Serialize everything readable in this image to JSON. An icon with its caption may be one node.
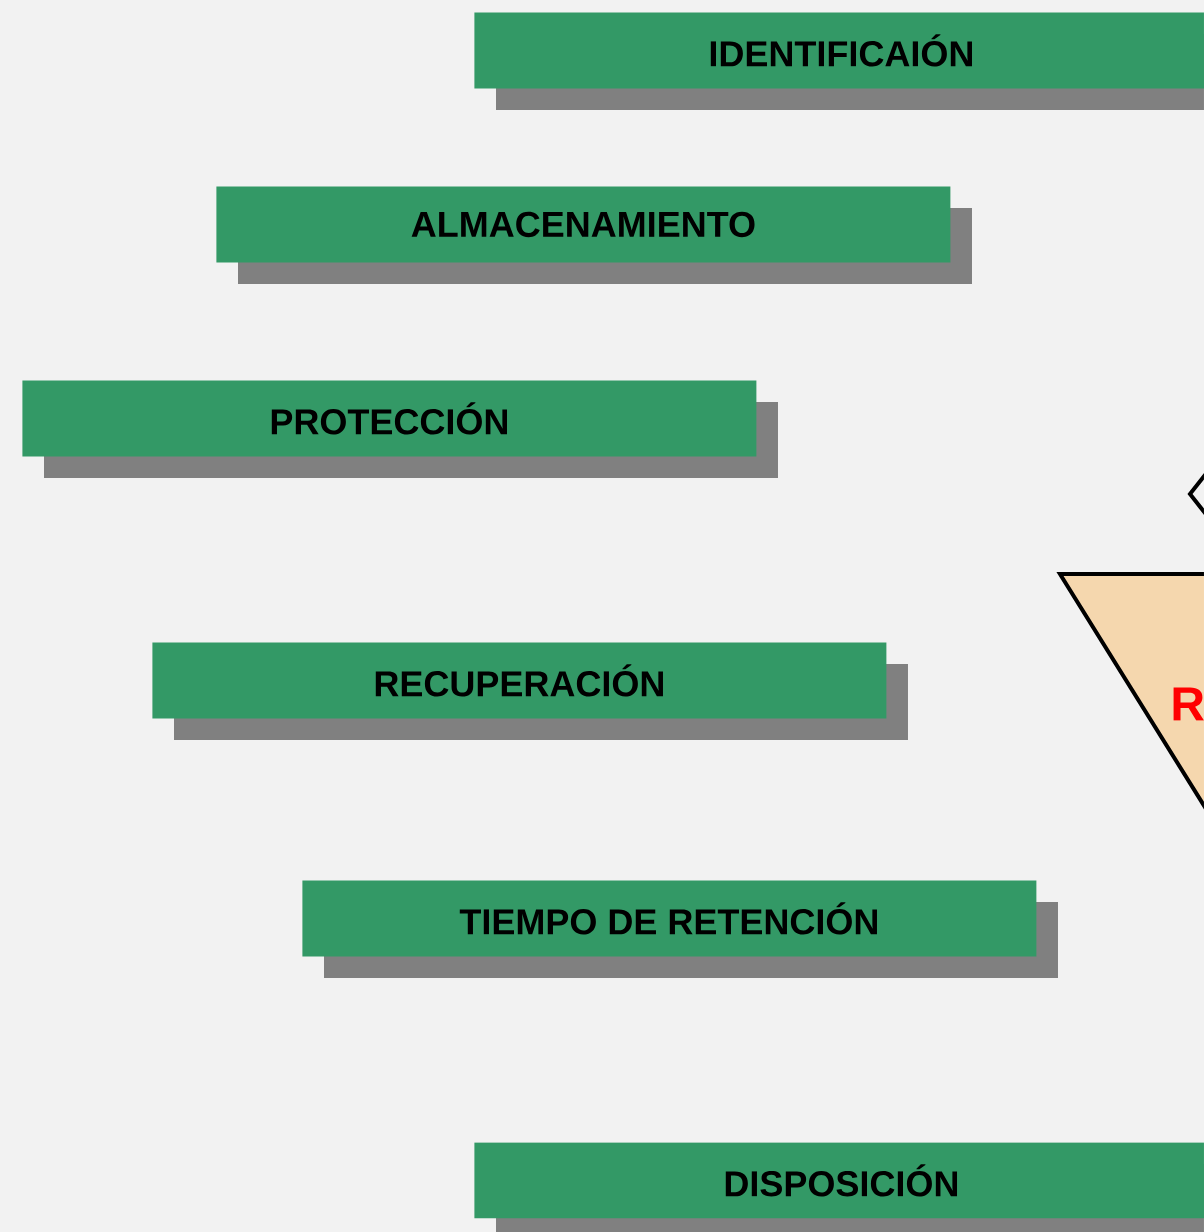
{
  "diagram": {
    "nodes": [
      {
        "text": [
          "IDENTIFICAIÓN"
        ]
      },
      {
        "text": [
          "ALMACENAMIENTO"
        ]
      },
      {
        "text": [
          "PROTECCIÓN"
        ]
      },
      {
        "text": [
          "RECUPERACIÓN"
        ]
      },
      {
        "text": [
          "TIEMPO DE RETENCIÓN"
        ]
      },
      {
        "text": [
          "DISPOSICIÓN"
        ]
      },
      {
        "text": [
          "R"
        ]
      }
    ]
  }
}
